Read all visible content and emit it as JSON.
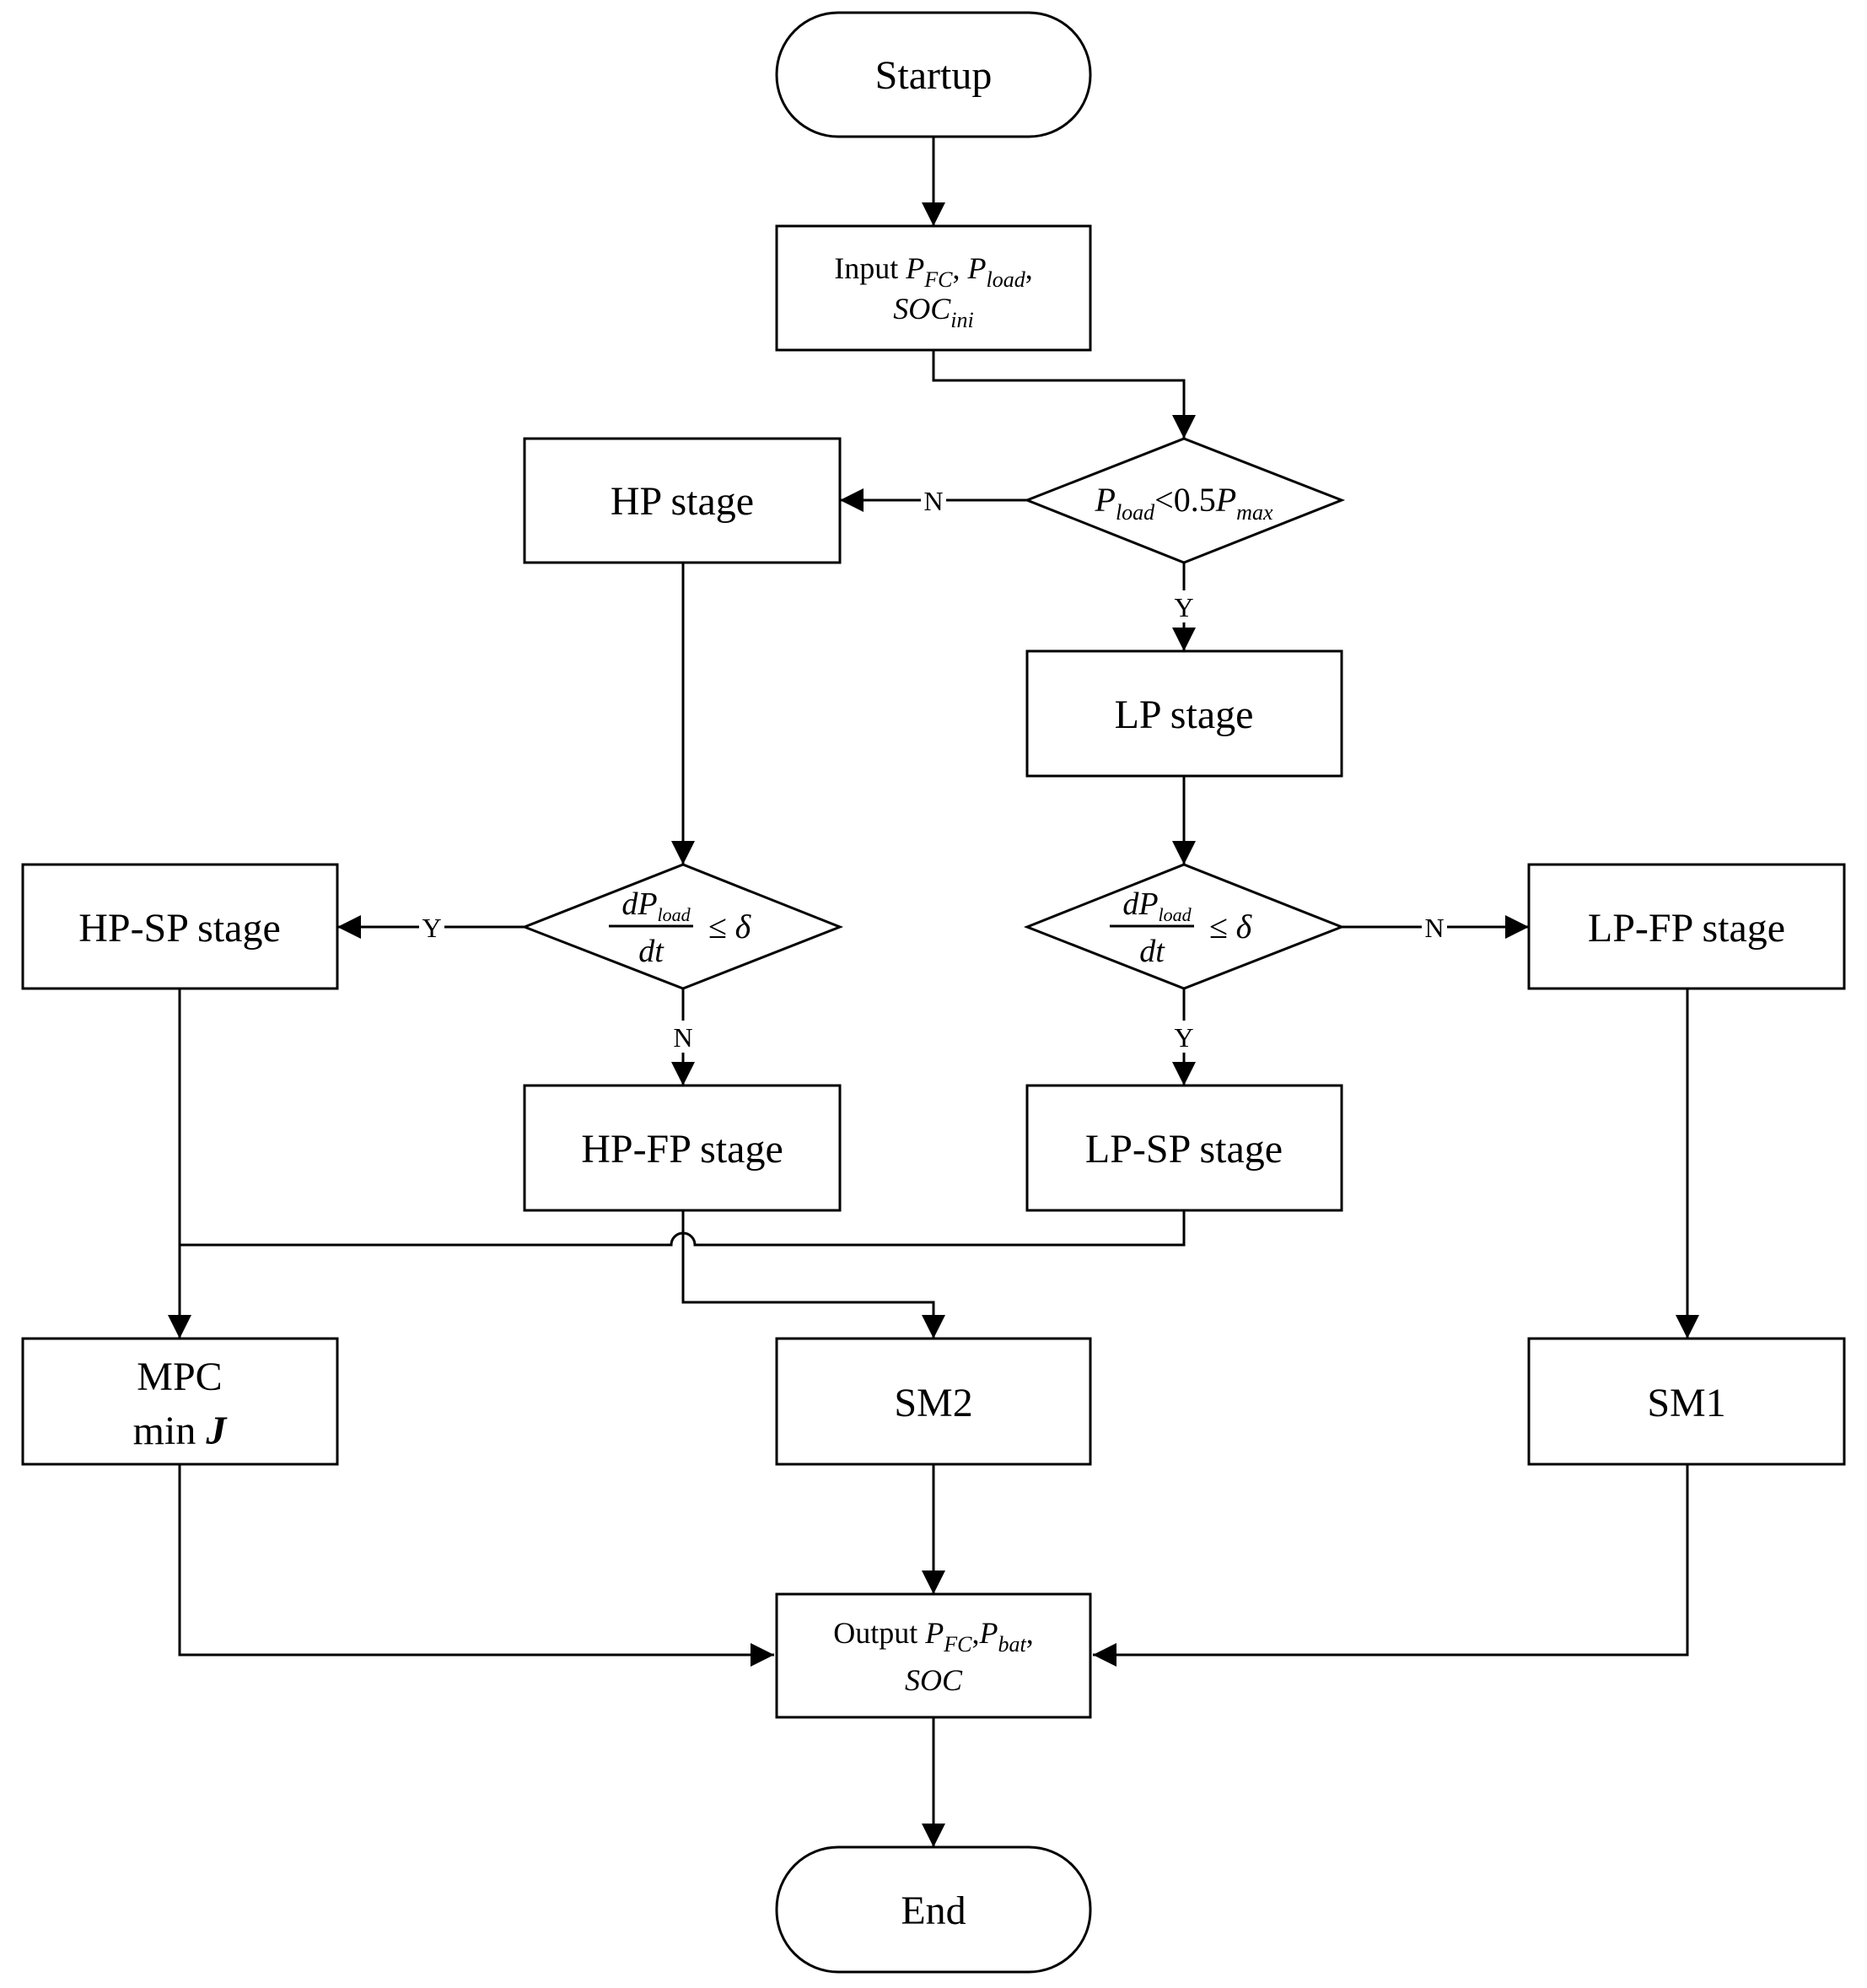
{
  "nodes": {
    "startup": "Startup",
    "input": {
      "word": "Input",
      "p": "P",
      "fc": "FC",
      "comma1": ", ",
      "load": "load",
      "comma2": ",",
      "soc": "SOC",
      "ini": "ini"
    },
    "decision_power": {
      "p1": "P",
      "load": "load",
      "mid": "<0.5",
      "p2": "P",
      "max": "max"
    },
    "hp_stage": "HP stage",
    "lp_stage": "LP stage",
    "decision_hp": {
      "num": "dP",
      "num_sub": "load",
      "den": "dt",
      "rel": "≤ δ"
    },
    "decision_lp": {
      "num": "dP",
      "num_sub": "load",
      "den": "dt",
      "rel": "≤ δ"
    },
    "hp_sp_stage": "HP-SP stage",
    "hp_fp_stage": "HP-FP stage",
    "lp_sp_stage": "LP-SP stage",
    "lp_fp_stage": "LP-FP stage",
    "mpc": {
      "line1": "MPC",
      "line2": "min",
      "j": "J"
    },
    "sm2": "SM2",
    "sm1": "SM1",
    "output": {
      "word": "Output",
      "p": "P",
      "fc": "FC",
      "comma1": ",",
      "p2": "P",
      "bat": "bat",
      "comma2": ",",
      "soc": "SOC"
    },
    "end": "End"
  },
  "edge_labels": {
    "power_no": "N",
    "power_yes": "Y",
    "hp_yes": "Y",
    "hp_no": "N",
    "lp_no": "N",
    "lp_yes": "Y"
  }
}
